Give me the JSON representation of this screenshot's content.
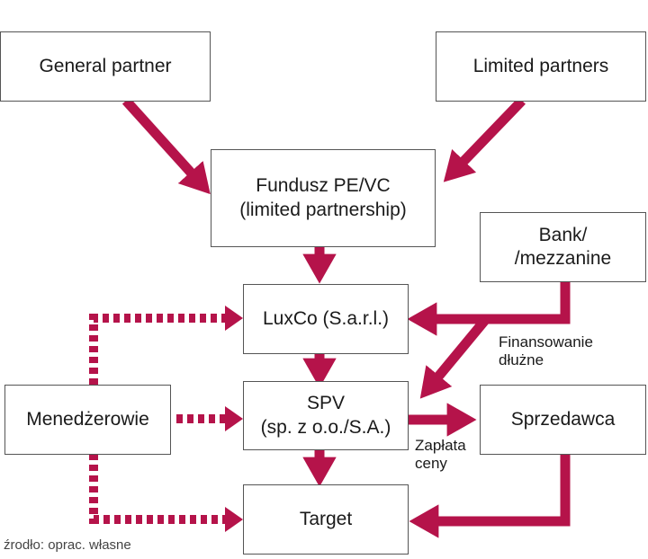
{
  "colors": {
    "arrow": "#b5134a",
    "box_border": "#555555",
    "text": "#1a1a1a"
  },
  "nodes": {
    "general_partner": "General partner",
    "limited_partners": "Limited partners",
    "fund": {
      "line1": "Fundusz PE/VC",
      "line2": "(limited partnership)"
    },
    "bank": {
      "line1": "Bank/",
      "line2": "/mezzanine"
    },
    "luxco": "LuxCo (S.a.r.l.)",
    "spv": {
      "line1": "SPV",
      "line2": "(sp. z o.o./S.A.)"
    },
    "managers": "Menedżerowie",
    "seller": "Sprzedawca",
    "target": "Target"
  },
  "labels": {
    "debt_financing": {
      "line1": "Finansowanie",
      "line2": "dłużne"
    },
    "price_payment": {
      "line1": "Zapłata",
      "line2": "ceny"
    }
  },
  "source": "źrodło: oprac. własne"
}
